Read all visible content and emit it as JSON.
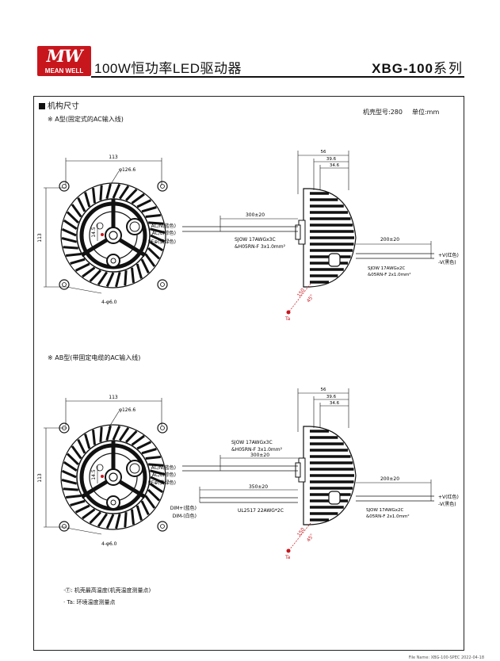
{
  "header": {
    "logo_mark": "MW",
    "logo_text": "MEAN WELL",
    "title": "100W恒功率LED驱动器",
    "series_code": "XBG-100",
    "series_suffix": "系列"
  },
  "section": {
    "title": "机构尺寸",
    "case_no": "机壳型号:280",
    "unit": "单位:mm"
  },
  "type_a": {
    "heading": "※ A型(固定式的AC输入线)",
    "front": {
      "dim_width": "113",
      "dim_height": "113",
      "dim_dia": "φ126.6",
      "dim_inner": "14.5",
      "holes": "4-φ6.0"
    },
    "side": {
      "dim_56": "56",
      "dim_396": "39.6",
      "dim_346": "34.6",
      "ac_len": "300±20",
      "dc_len": "200±20",
      "ac_cable_1": "SJOW 17AWGx3C",
      "ac_cable_2": "&H05RN-F 3x1.0mm²",
      "dc_cable_1": "SJOW 17AWGx2C",
      "dc_cable_2": "&05RN-F 2x1.0mm²",
      "acn": "AC/N(蓝色)",
      "acl": "AC/L(棕色)",
      "pe": "PE⊕(黄绿色)",
      "vplus": "+V(红色)",
      "vminus": "-V(黑色)",
      "ta_dim": "150",
      "ta_angle": "45°",
      "ta": "Ta"
    }
  },
  "type_ab": {
    "heading": "※ AB型(带固定电缆的AC输入线)",
    "front": {
      "dim_width": "113",
      "dim_height": "113",
      "dim_dia": "φ126.6",
      "dim_inner": "14.5",
      "holes": "4-φ6.0"
    },
    "side": {
      "dim_56": "56",
      "dim_396": "39.6",
      "dim_346": "34.6",
      "ac_len": "300±20",
      "dim_len": "350±20",
      "dc_len": "200±20",
      "ac_cable_1": "SJOW 17AWGx3C",
      "ac_cable_2": "&H05RN-F 3x1.0mm²",
      "dim_cable": "UL2517 22AWG*2C",
      "dc_cable_1": "SJOW 17AWGx2C",
      "dc_cable_2": "&05RN-F 2x1.0mm²",
      "acn": "AC/N(蓝色)",
      "acl": "AC/L(棕色)",
      "pe": "PE⊕(黄绿色)",
      "dimp": "DIM+(蓝色)",
      "dimm": "DIM-(白色)",
      "vplus": "+V(红色)",
      "vminus": "-V(黑色)",
      "ta_dim": "150",
      "ta_angle": "45°",
      "ta": "Ta"
    }
  },
  "legend": {
    "tc": "·Ⓣ: 机壳最高温度(机壳温度测量点)",
    "ta": "· Ta: 环境温度测量点"
  },
  "footer": "File Name: XBG-100-SPEC 2022-04-18"
}
